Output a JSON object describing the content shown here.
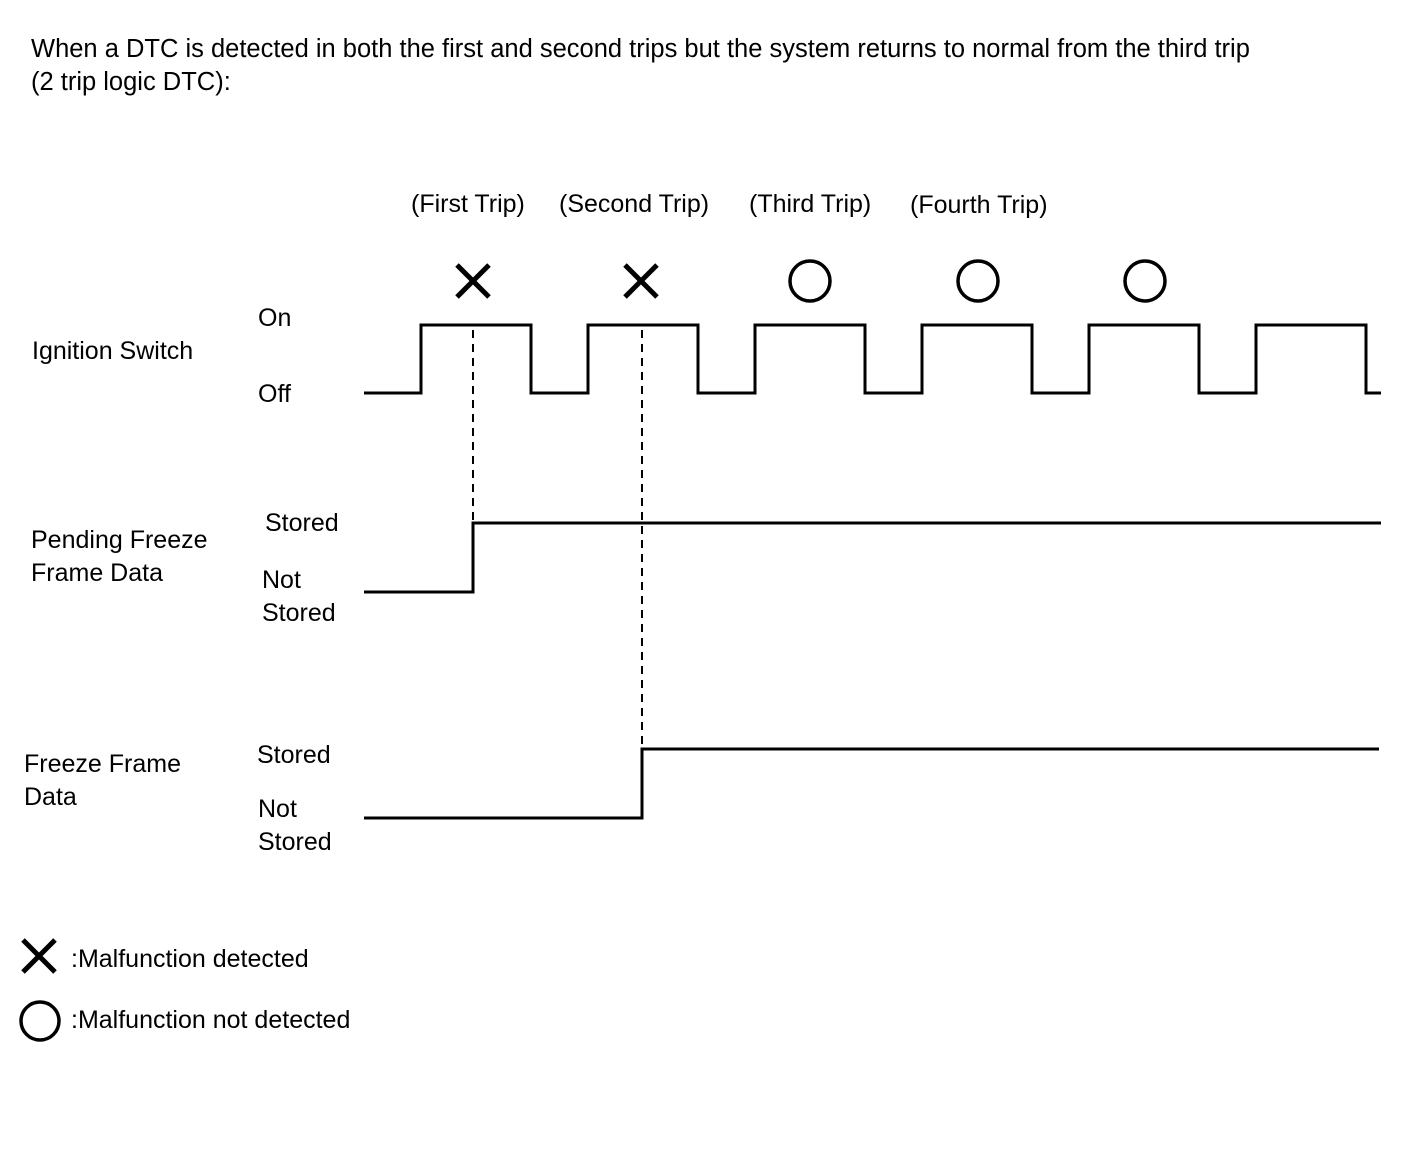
{
  "title": {
    "line1": "When a DTC is detected in both the first and second trips but the system returns to normal from the third trip",
    "line2": "(2 trip logic DTC):"
  },
  "trip_labels": [
    "(First Trip)",
    "(Second Trip)",
    "(Third Trip)",
    "(Fourth Trip)"
  ],
  "trip_results": [
    "detected",
    "detected",
    "not-detected",
    "not-detected",
    "not-detected"
  ],
  "signals": {
    "ignition": {
      "name": "Ignition Switch",
      "high": "On",
      "low": "Off"
    },
    "pending": {
      "name_line1": "Pending Freeze",
      "name_line2": "Frame Data",
      "high": "Stored",
      "low_line1": "Not",
      "low_line2": "Stored"
    },
    "freeze": {
      "name_line1": "Freeze Frame",
      "name_line2": "Data",
      "high": "Stored",
      "low_line1": "Not",
      "low_line2": "Stored"
    }
  },
  "legend": {
    "detected": ":Malfunction detected",
    "not_detected": ":Malfunction not detected"
  },
  "colors": {
    "line": "#000000",
    "background": "#ffffff"
  }
}
